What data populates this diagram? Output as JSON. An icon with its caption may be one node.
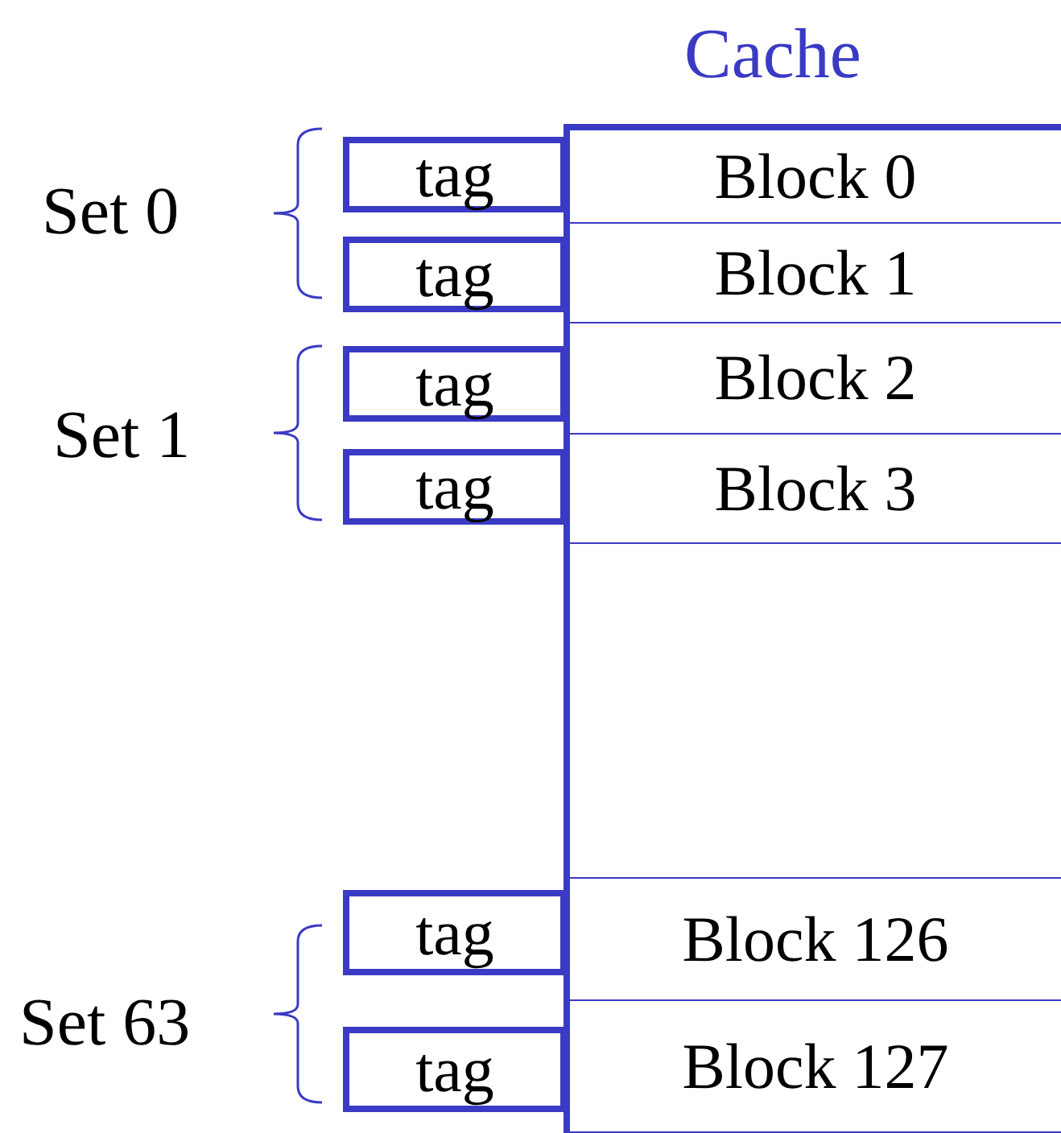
{
  "diagram": {
    "nodes": [
      {
        "text": [
          "Cache"
        ]
      },
      {
        "text": [
          "tag"
        ]
      },
      {
        "text": [
          "Block 0"
        ],
        "in": 0
      },
      {
        "text": [
          "tag"
        ]
      },
      {
        "text": [
          "Block 1"
        ],
        "in": 0
      },
      {
        "text": [
          "tag"
        ]
      },
      {
        "text": [
          "Block 2"
        ],
        "in": 0
      },
      {
        "text": [
          "tag"
        ]
      },
      {
        "text": [
          "Block 3"
        ],
        "in": 0
      },
      {
        "text": [
          "tag"
        ]
      },
      {
        "text": [
          "Block 126"
        ],
        "in": 0
      },
      {
        "text": [
          "tag"
        ]
      },
      {
        "text": [
          "Block 127"
        ],
        "in": 0
      }
    ],
    "edges": [],
    "labels": [
      "Set 0",
      "Set 1",
      "Set 63"
    ]
  }
}
